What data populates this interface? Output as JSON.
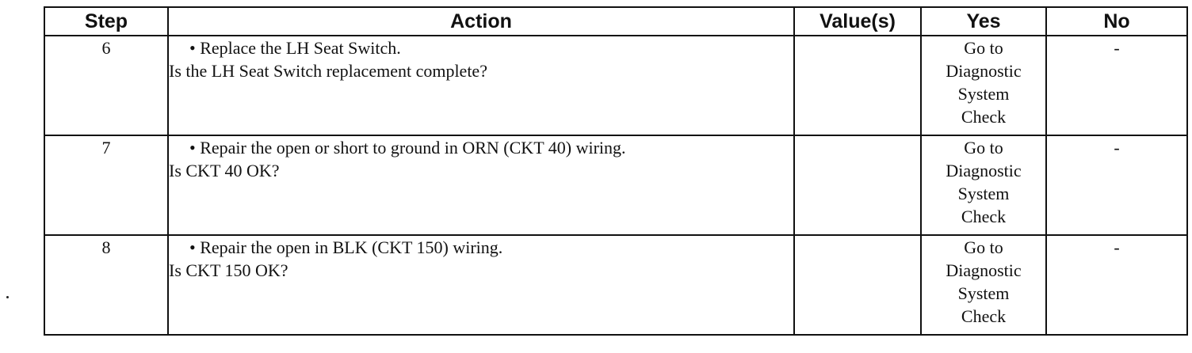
{
  "table": {
    "headers": {
      "step": "Step",
      "action": "Action",
      "values": "Value(s)",
      "yes": "Yes",
      "no": "No"
    },
    "rows": [
      {
        "step": "6",
        "action_bullet": "• Replace the LH Seat Switch.",
        "action_question": "Is the LH Seat Switch replacement complete?",
        "values": "",
        "yes_lines": [
          "Go to",
          "Diagnostic",
          "System",
          "Check"
        ],
        "no": "-"
      },
      {
        "step": "7",
        "action_bullet": "• Repair the open or short to ground in ORN (CKT 40) wiring.",
        "action_question": "Is CKT 40 OK?",
        "values": "",
        "yes_lines": [
          "Go to",
          "Diagnostic",
          "System",
          "Check"
        ],
        "no": "-"
      },
      {
        "step": "8",
        "action_bullet": "• Repair the open in BLK (CKT 150) wiring.",
        "action_question": "Is CKT 150 OK?",
        "values": "",
        "yes_lines": [
          "Go to",
          "Diagnostic",
          "System",
          "Check"
        ],
        "no": "-"
      }
    ]
  }
}
